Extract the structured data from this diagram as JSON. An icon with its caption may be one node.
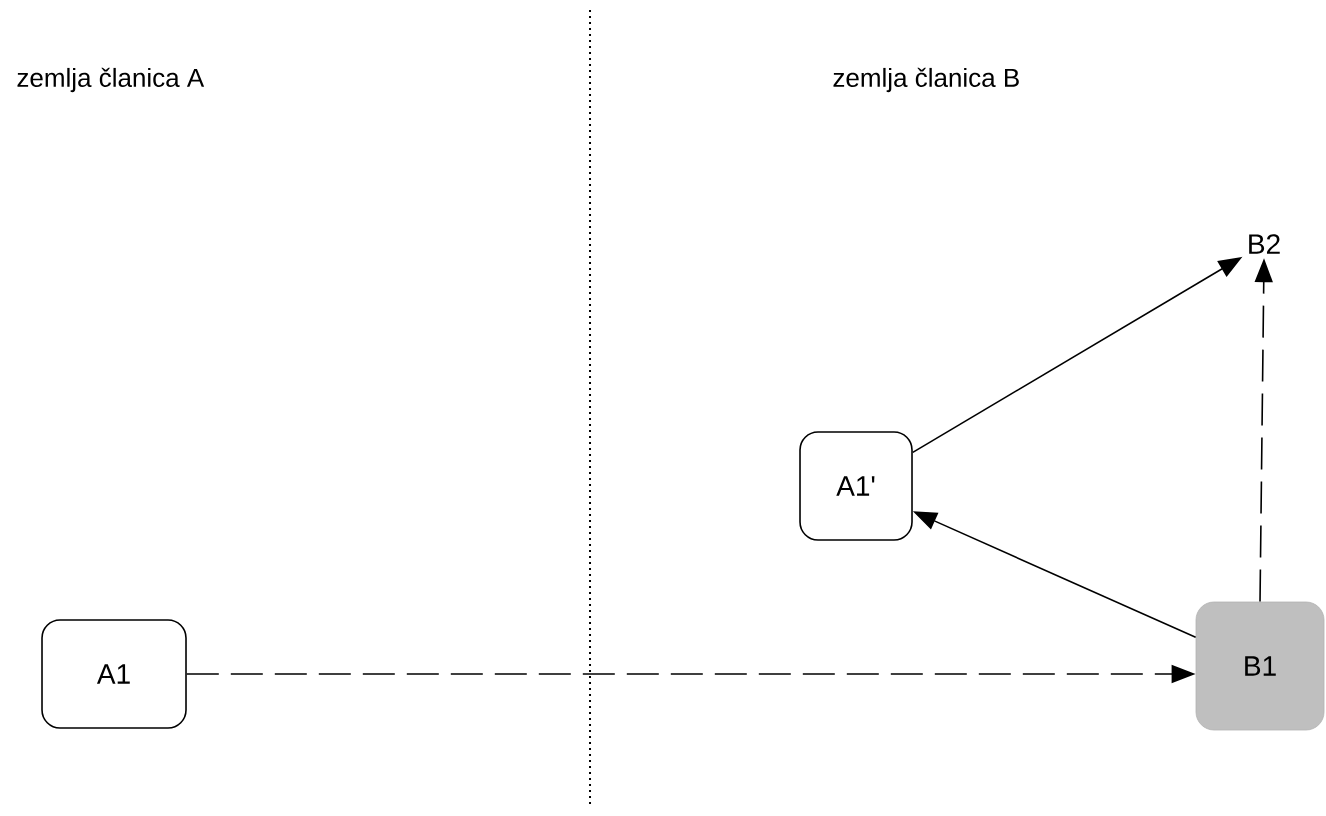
{
  "diagram": {
    "nodes": [
      {
        "text": [
          "B2"
        ]
      },
      {
        "text": [
          "A1'"
        ]
      },
      {
        "text": [
          "A1"
        ]
      },
      {
        "text": [
          "B1"
        ]
      }
    ],
    "edges": [
      {
        "from": 2,
        "to": 3,
        "arrow": "to",
        "style": "dashed"
      },
      {
        "from": 3,
        "to": 1,
        "arrow": "to"
      },
      {
        "from": 1,
        "to": 0,
        "arrow": "to"
      },
      {
        "from": 3,
        "to": 0,
        "arrow": "to",
        "style": "dashed"
      }
    ],
    "labels": [
      "zemlja članica A",
      "zemlja članica B"
    ]
  }
}
